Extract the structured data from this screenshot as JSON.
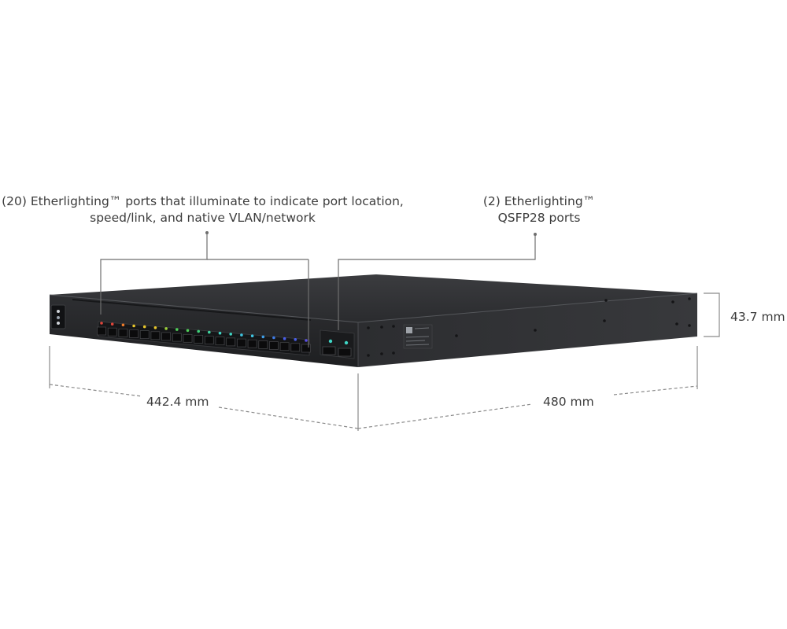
{
  "callouts": {
    "ports_line1": "(20) Etherlighting™ ports that illuminate to indicate port location,",
    "ports_line2": "speed/link, and native VLAN/network",
    "qsfp_line1": "(2) Etherlighting™",
    "qsfp_line2": "QSFP28 ports"
  },
  "dimensions": {
    "width": "442.4 mm",
    "depth": "480 mm",
    "height": "43.7 mm"
  },
  "port_led_colors": [
    "#e0453a",
    "#e0453a",
    "#f07c2a",
    "#e8c62b",
    "#e8c62b",
    "#e8c62b",
    "#9bd13a",
    "#4fcf58",
    "#4fcf58",
    "#3fd27a",
    "#3fd6a0",
    "#3fd6c6",
    "#3fd6c6",
    "#3fc4e0",
    "#3fc4e0",
    "#3f9ee6",
    "#3f7ce8",
    "#4a5ee8",
    "#4a5ee8",
    "#5a4ee6"
  ],
  "qsfp_led_colors": [
    "#3fd6c6",
    "#3fd6c6"
  ]
}
